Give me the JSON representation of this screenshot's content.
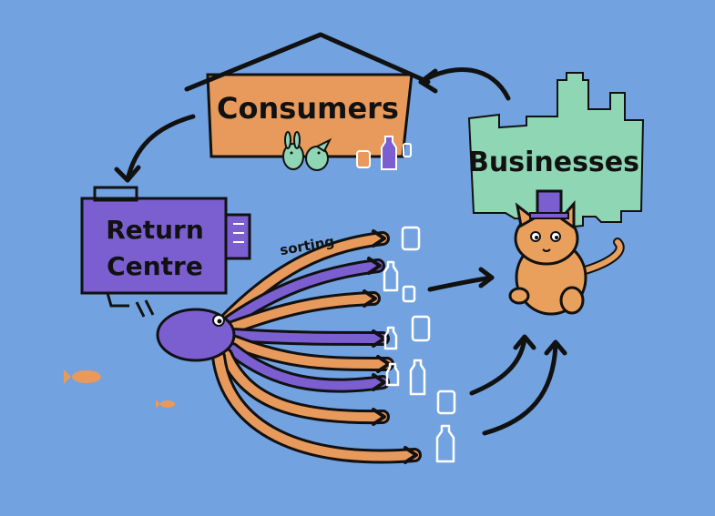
{
  "diagram": {
    "colors": {
      "background": "#72a3e0",
      "consumers_house": "#e89a5c",
      "businesses_city": "#8fd6b4",
      "return_centre": "#7b5fd0",
      "octopus": "#7b5fd0",
      "octopus_accent": "#e89a5c",
      "cat": "#e8a05c",
      "ink": "#111111",
      "bottle_outline": "#ffffff"
    },
    "nodes": {
      "consumers": {
        "label": "Consumers",
        "icon": "house-icon"
      },
      "businesses": {
        "label": "Businesses",
        "icon": "city-skyline-icon"
      },
      "return_centre": {
        "label_line1": "Return",
        "label_line2": "Centre",
        "icon": "return-machine-icon"
      }
    },
    "octopus": {
      "label": "sorting",
      "icon": "octopus-icon"
    },
    "characters": [
      "rabbit-icon",
      "bird-icon",
      "cat-with-top-hat-icon",
      "fish-icon"
    ],
    "items": [
      "jar-icon",
      "bottle-icon"
    ],
    "flows": [
      {
        "from": "businesses",
        "to": "consumers"
      },
      {
        "from": "consumers",
        "to": "return_centre"
      },
      {
        "from": "return_centre",
        "to": "sorting"
      },
      {
        "from": "sorting",
        "to": "businesses"
      }
    ]
  }
}
